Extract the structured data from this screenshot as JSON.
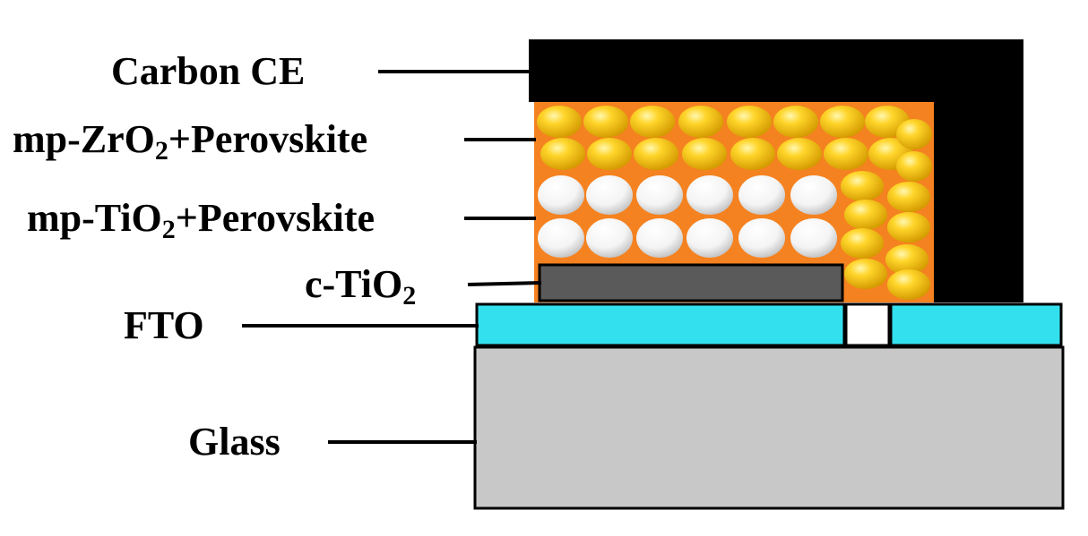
{
  "labels": {
    "carbon": "Carbon CE",
    "zro2": {
      "prefix": "mp-ZrO",
      "sub": "2",
      "suffix": "+Perovskite"
    },
    "tio2": {
      "prefix": "mp-TiO",
      "sub": "2",
      "suffix": "+Perovskite"
    },
    "ctio2": {
      "prefix": "c-TiO",
      "sub": "2"
    },
    "fto": "FTO",
    "glass": "Glass"
  },
  "colors": {
    "carbon": "#000000",
    "perovskite": "#f58220",
    "zro2_particle": "#f5c400",
    "tio2_particle": "#ffffff",
    "compact_tio2": "#5a5a5a",
    "fto": "#33e0ee",
    "glass": "#c8c8c8"
  }
}
